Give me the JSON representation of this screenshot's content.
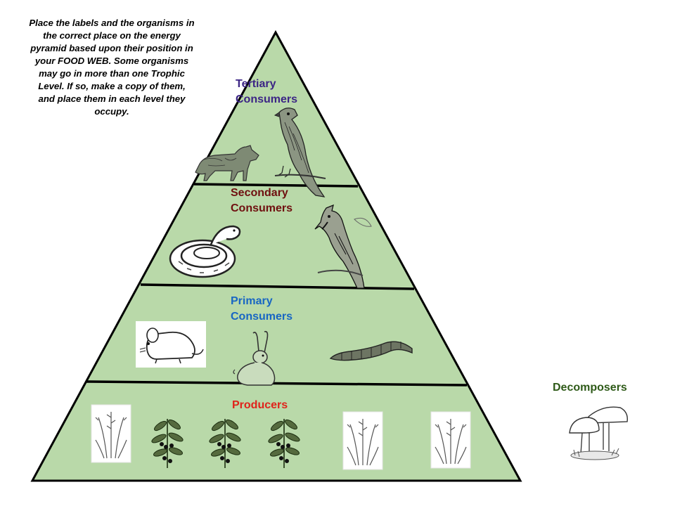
{
  "instructions": {
    "lines": [
      "Place the labels and the organisms in",
      "the correct place on the energy",
      "pyramid based upon their position in",
      "your FOOD WEB.  Some organisms",
      "may go in more than one Trophic",
      "Level.  If so, make a copy of them,",
      "and place them in each level they",
      "occupy."
    ]
  },
  "labels": {
    "tertiary": {
      "line1": "Tertiary",
      "line2": "Consumers",
      "color": "#3c2585"
    },
    "secondary": {
      "line1": "Secondary",
      "line2": "Consumers",
      "color": "#6f0f0f"
    },
    "primary": {
      "line1": "Primary",
      "line2": "Consumers",
      "color": "#1866c3"
    },
    "producers": {
      "text": "Producers",
      "color": "#e0231b"
    },
    "decomposers": {
      "text": "Decomposers",
      "color": "#2e5a18"
    }
  },
  "colors": {
    "pyramid_fill": "#b9d9a9",
    "outline": "#000000"
  },
  "organisms": {
    "tertiary": [
      "wolf-icon",
      "hawk-icon"
    ],
    "secondary": [
      "snake-icon",
      "blue-jay-icon"
    ],
    "primary": [
      "mouse-icon",
      "rabbit-icon",
      "caterpillar-icon"
    ],
    "producers": [
      "grass-icon",
      "berry-plant-icon",
      "berry-plant-icon",
      "berry-plant-icon",
      "grass-icon",
      "grass-icon"
    ],
    "decomposers": [
      "mushroom-icon"
    ]
  }
}
